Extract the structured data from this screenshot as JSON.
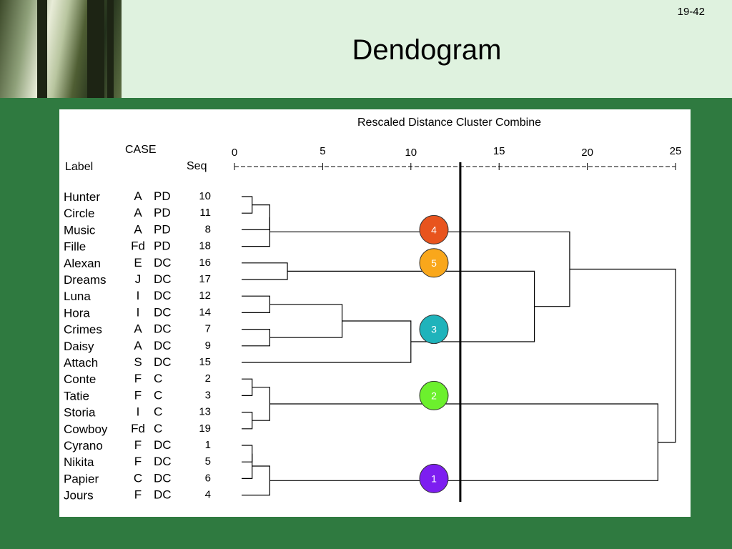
{
  "slide": {
    "number": "19-42",
    "title": "Dendogram"
  },
  "chart_data": {
    "type": "dendrogram",
    "title": "Rescaled Distance Cluster Combine",
    "header": {
      "case": "CASE",
      "label": "Label",
      "seq": "Seq"
    },
    "x_axis": {
      "ticks": [
        0,
        5,
        10,
        15,
        20,
        25
      ],
      "range": [
        0,
        25
      ]
    },
    "cases": [
      {
        "label": "Hunter",
        "c1": "A",
        "c2": "PD",
        "seq": "10"
      },
      {
        "label": "Circle",
        "c1": "A",
        "c2": "PD",
        "seq": "11"
      },
      {
        "label": "Music",
        "c1": "A",
        "c2": "PD",
        "seq": "8"
      },
      {
        "label": "Fille",
        "c1": "Fd",
        "c2": "PD",
        "seq": "18"
      },
      {
        "label": "Alexan",
        "c1": "E",
        "c2": "DC",
        "seq": "16"
      },
      {
        "label": "Dreams",
        "c1": "J",
        "c2": "DC",
        "seq": "17"
      },
      {
        "label": "Luna",
        "c1": "I",
        "c2": "DC",
        "seq": "12"
      },
      {
        "label": "Hora",
        "c1": "I",
        "c2": "DC",
        "seq": "14"
      },
      {
        "label": "Crimes",
        "c1": "A",
        "c2": "DC",
        "seq": "7"
      },
      {
        "label": "Daisy",
        "c1": "A",
        "c2": "DC",
        "seq": "9"
      },
      {
        "label": "Attach",
        "c1": "S",
        "c2": "DC",
        "seq": "15"
      },
      {
        "label": "Conte",
        "c1": "F",
        "c2": "C",
        "seq": "2"
      },
      {
        "label": "Tatie",
        "c1": "F",
        "c2": "C",
        "seq": "3"
      },
      {
        "label": "Storia",
        "c1": "I",
        "c2": "C",
        "seq": "13"
      },
      {
        "label": "Cowboy",
        "c1": "Fd",
        "c2": "C",
        "seq": "19"
      },
      {
        "label": "Cyrano",
        "c1": "F",
        "c2": "DC",
        "seq": "1"
      },
      {
        "label": "Nikita",
        "c1": "F",
        "c2": "DC",
        "seq": "5"
      },
      {
        "label": "Papier",
        "c1": "C",
        "c2": "DC",
        "seq": "6"
      },
      {
        "label": "Jours",
        "c1": "F",
        "c2": "DC",
        "seq": "4"
      }
    ],
    "merges": [
      {
        "a": 0,
        "b": 1,
        "d": 1.0
      },
      {
        "a": "m0",
        "b": 2,
        "d": 2.0
      },
      {
        "a": "m1",
        "b": 3,
        "d": 2.0
      },
      {
        "a": 4,
        "b": 5,
        "d": 3.0
      },
      {
        "a": 6,
        "b": 7,
        "d": 2.0
      },
      {
        "a": 8,
        "b": 9,
        "d": 2.0
      },
      {
        "a": "m4",
        "b": "m5",
        "d": 6.1
      },
      {
        "a": "m6",
        "b": 10,
        "d": 10.0
      },
      {
        "a": 11,
        "b": 12,
        "d": 1.0
      },
      {
        "a": 13,
        "b": 14,
        "d": 1.0
      },
      {
        "a": "m8",
        "b": "m9",
        "d": 2.0
      },
      {
        "a": 15,
        "b": 16,
        "d": 1.0
      },
      {
        "a": "m11",
        "b": 17,
        "d": 1.0
      },
      {
        "a": "m12",
        "b": 18,
        "d": 2.0
      },
      {
        "a": "m3",
        "b": "m7",
        "d": 17.0
      },
      {
        "a": "m2",
        "b": "m14",
        "d": 19.0
      },
      {
        "a": "m13",
        "b": "m10",
        "d": 24.0
      },
      {
        "a": "m15",
        "b": "m16",
        "d": 25.0
      }
    ],
    "cut_distance": 12.8,
    "clusters": [
      {
        "label": "4",
        "row": 2.0,
        "color": "#e8541e"
      },
      {
        "label": "5",
        "row": 4.0,
        "color": "#f9a71b"
      },
      {
        "label": "3",
        "row": 8.0,
        "color": "#1fb3bb"
      },
      {
        "label": "2",
        "row": 12.0,
        "color": "#6cf02d"
      },
      {
        "label": "1",
        "row": 17.0,
        "color": "#7d1ef0"
      }
    ]
  }
}
